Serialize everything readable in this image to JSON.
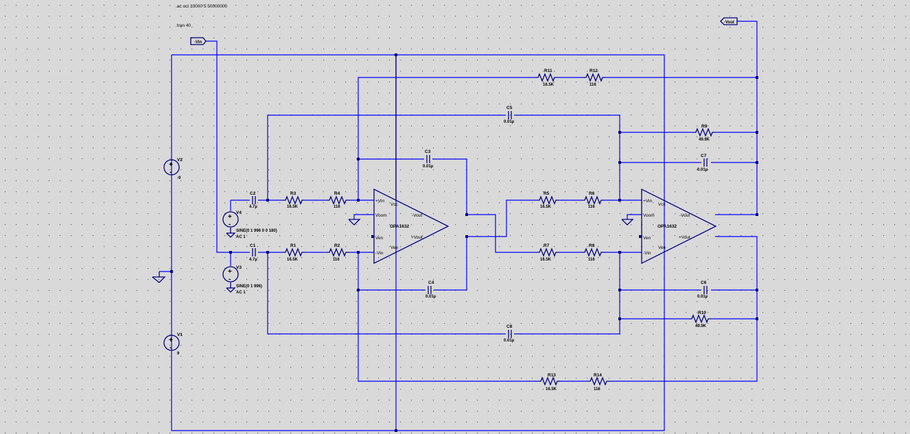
{
  "directives": {
    "ac": ".ac oct 10000 5 50000000",
    "tran": ".tran 40"
  },
  "ports": {
    "vin": "-Vin",
    "vout": "-Vout"
  },
  "resistors": {
    "R1": {
      "name": "R1",
      "value": "16.5K"
    },
    "R2": {
      "name": "R2",
      "value": "116"
    },
    "R3": {
      "name": "R3",
      "value": "16.5K"
    },
    "R4": {
      "name": "R4",
      "value": "116"
    },
    "R5": {
      "name": "R5",
      "value": "16.5K"
    },
    "R6": {
      "name": "R6",
      "value": "116"
    },
    "R7": {
      "name": "R7",
      "value": "16.5K"
    },
    "R8": {
      "name": "R8",
      "value": "116"
    },
    "R9": {
      "name": "R9",
      "value": "49.9K"
    },
    "R10": {
      "name": "R10",
      "value": "49.9K"
    },
    "R11": {
      "name": "R11",
      "value": "16.5K"
    },
    "R12": {
      "name": "R12",
      "value": "116"
    },
    "R13": {
      "name": "R13",
      "value": "16.5K"
    },
    "R14": {
      "name": "R14",
      "value": "116"
    }
  },
  "capacitors": {
    "C1": {
      "name": "C1",
      "value": "4.7µ"
    },
    "C2": {
      "name": "C2",
      "value": "4.7µ"
    },
    "C3": {
      "name": "C3",
      "value": "0.01µ"
    },
    "C4": {
      "name": "C4",
      "value": "0.01µ"
    },
    "C5": {
      "name": "C5",
      "value": "0.01µ"
    },
    "C6": {
      "name": "C6",
      "value": "0.01µ"
    },
    "C7": {
      "name": "C7",
      "value": "0.01µ"
    },
    "C8": {
      "name": "C8",
      "value": "0.01µ"
    }
  },
  "sources": {
    "V1": {
      "name": "V1",
      "value": "9"
    },
    "V2": {
      "name": "V2",
      "value": "-9"
    },
    "V3": {
      "name": "V3",
      "value": "SINE(0 1 996)",
      "ac": "AC 1"
    },
    "V4": {
      "name": "V4",
      "value": "SINE(0 1 996 0 0 180)",
      "ac": "AC 1"
    }
  },
  "opamps": {
    "U1": {
      "model": "OPA1632",
      "pins": {
        "pvin": "+Vin",
        "voom": "Voom",
        "ven": "Ven",
        "nvin": "-Vin",
        "vcc": "Vcc",
        "vee": "Vee",
        "nvout": "-Vout",
        "pvout": "+Vout"
      }
    },
    "U2": {
      "model": "OPA1632",
      "pins": {
        "pvin": "+Vin",
        "voom": "Voom",
        "ven": "Ven",
        "nvin": "-Vin",
        "vcc": "Vcc",
        "vee": "Vee",
        "nvout": "-Vout",
        "pvout": "+Vout"
      }
    }
  },
  "colors": {
    "background": "#d9d9d9",
    "grid_dot": "#666666",
    "wire": "#0000ff",
    "component": "#000080",
    "text": "#000000"
  }
}
